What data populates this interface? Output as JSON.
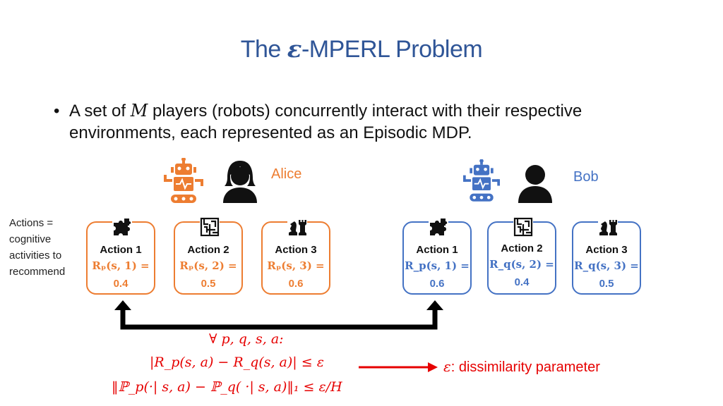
{
  "title": {
    "prefix": "The ",
    "symbol": "ε",
    "suffix": "-MPERL Problem"
  },
  "bullet": {
    "part1": "A set of ",
    "variable": "M",
    "part2": " players (robots) concurrently interact with their respective environments, each represented as an Episodic MDP."
  },
  "side_note": "Actions = cognitive activities to recommend",
  "players": [
    {
      "name": "Alice",
      "color": "#ed7d31",
      "actions": [
        {
          "label": "Action 1",
          "reward": "Rₚ(s, 1) =",
          "value": "0.4",
          "icon": "puzzle-icon"
        },
        {
          "label": "Action 2",
          "reward": "Rₚ(s, 2) =",
          "value": "0.5",
          "icon": "maze-icon"
        },
        {
          "label": "Action 3",
          "reward": "Rₚ(s, 3) =",
          "value": "0.6",
          "icon": "chess-icon"
        }
      ]
    },
    {
      "name": "Bob",
      "color": "#4472c4",
      "actions": [
        {
          "label": "Action 1",
          "reward": "R_p(s, 1) =",
          "value": "0.6",
          "icon": "puzzle-icon"
        },
        {
          "label": "Action 2",
          "reward": "R_q(s, 2) =",
          "value": "0.4",
          "icon": "maze-icon"
        },
        {
          "label": "Action 3",
          "reward": "R_q(s, 3) =",
          "value": "0.5",
          "icon": "chess-icon"
        }
      ]
    }
  ],
  "conditions": {
    "quantifier": "∀ p, q, s, a:",
    "reward_line": "|R_p(s, a) − R_q(s, a)|  ≤  ε",
    "transition_line": "‖ℙ_p(·| s, a) − ℙ_q( ·| s, a)‖₁  ≤  ε/H"
  },
  "epsilon_note": {
    "symbol": "ε",
    "text": ": dissimilarity parameter"
  },
  "colors": {
    "title": "#2f5597",
    "alice": "#ed7d31",
    "bob": "#4472c4",
    "math": "#e60000",
    "arrow": "#000000"
  }
}
